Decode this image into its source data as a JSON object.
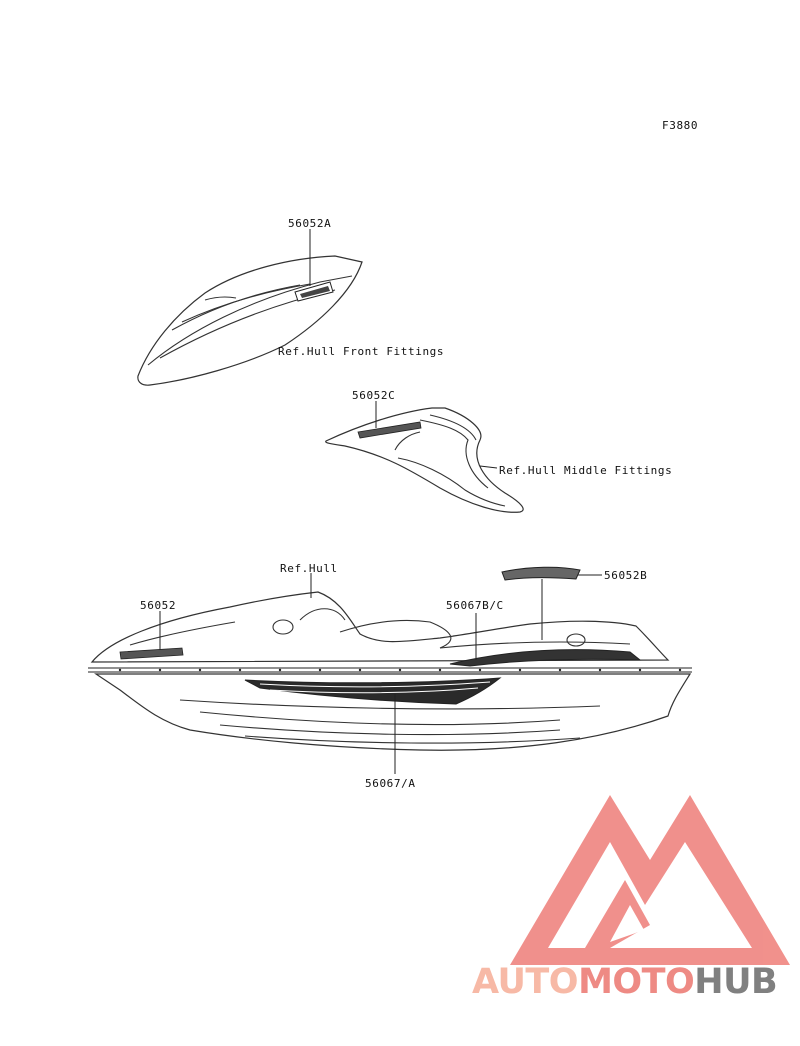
{
  "figure_code": "F3880",
  "labels": {
    "decal_56052A": "56052A",
    "ref_hull_front": "Ref.Hull Front Fittings",
    "decal_56052C": "56052C",
    "ref_hull_middle": "Ref.Hull Middle Fittings",
    "ref_hull": "Ref.Hull",
    "decal_56052B": "56052B",
    "decal_56052": "56052",
    "decal_56067BC": "56067B/C",
    "decal_56067A": "56067/A"
  },
  "watermark": {
    "part1": "AUTO",
    "part2": "MOTO",
    "part3": "HUB",
    "colors": {
      "auto": "#f7b9a6",
      "moto": "#ee8a84",
      "hub": "#808080",
      "logo": "#f08b86"
    },
    "icon": "triangle-logo-icon"
  }
}
